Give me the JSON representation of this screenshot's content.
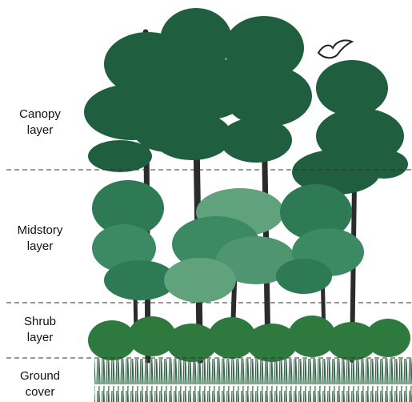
{
  "labels": {
    "canopy": {
      "line1": "Canopy",
      "line2": "layer"
    },
    "midstory": {
      "line1": "Midstory",
      "line2": "layer"
    },
    "shrub": {
      "line1": "Shrub",
      "line2": "layer"
    },
    "ground": {
      "line1": "Ground",
      "line2": "cover"
    }
  },
  "colors": {
    "dark_green": "#1f5e3f",
    "mid_green": "#2e7a55",
    "light_green": "#5fa27c",
    "trunk": "#2b2b2b",
    "divider": "#333333"
  },
  "icons": {
    "bird": "bird-icon"
  }
}
